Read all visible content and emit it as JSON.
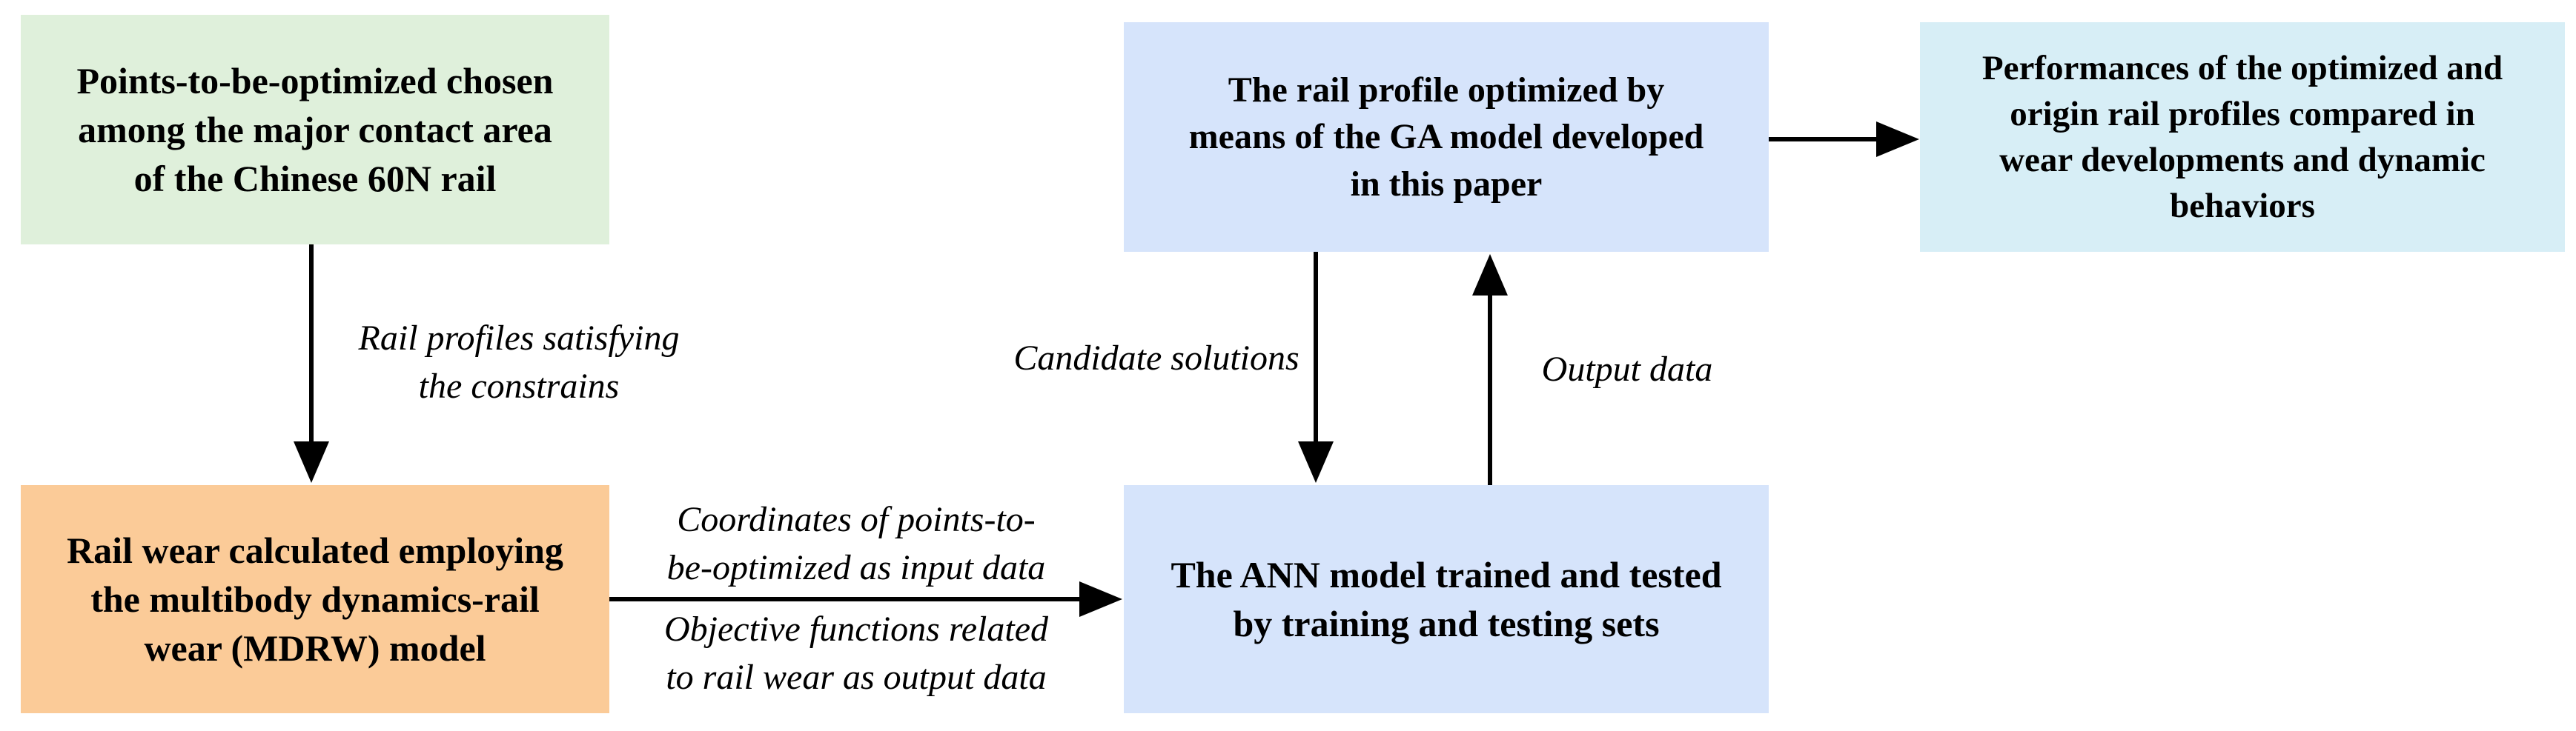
{
  "nodes": {
    "points_chosen": [
      "Points-to-be-optimized chosen",
      "among the major contact area",
      "of the Chinese 60N rail"
    ],
    "rail_wear": [
      "Rail wear calculated employing",
      "the multibody dynamics-rail",
      "wear (MDRW) model"
    ],
    "ga_optimized": [
      "The rail profile optimized by",
      "means of the GA model developed",
      "in this paper"
    ],
    "performances": [
      "Performances of the optimized and",
      "origin rail profiles compared in",
      "wear developments and dynamic",
      "behaviors"
    ],
    "ann_model": [
      "The ANN model trained and tested",
      "by training and testing sets"
    ]
  },
  "edge_labels": {
    "constraints": [
      "Rail profiles satisfying",
      "the constrains"
    ],
    "candidates": [
      "Candidate solutions"
    ],
    "output": [
      "Output data"
    ],
    "input": [
      "Coordinates of points-to-",
      "be-optimized as input data"
    ],
    "objective": [
      "Objective functions related",
      "to rail wear as output data"
    ]
  },
  "colors": {
    "green_box": "#dff0db",
    "orange_box": "#fbcb98",
    "blue_box": "#d6e4fb",
    "cyan_box": "#d7eef6",
    "arrow": "#000000"
  }
}
